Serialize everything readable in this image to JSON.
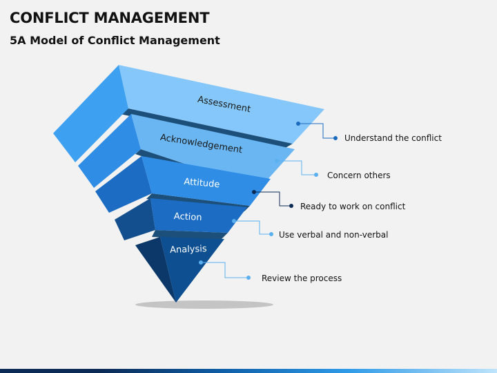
{
  "header": {
    "title": "CONFLICT MANAGEMENT",
    "subtitle": "5A Model of Conflict Management"
  },
  "colors": {
    "background": "#f2f2f2",
    "tier1": "#85c7fb",
    "tier2": "#6ab6f3",
    "tier3": "#2f8de6",
    "tier4": "#1b6cc2",
    "tier5": "#0d4f91",
    "side": "#3ea0f0",
    "gap": "#1c4f7a"
  },
  "stages": [
    {
      "label": "Assessment",
      "note": "Understand the conflict"
    },
    {
      "label": "Acknowledgement",
      "note": "Concern others"
    },
    {
      "label": "Attitude",
      "note": "Ready to work on conflict"
    },
    {
      "label": "Action",
      "note": "Use verbal and non-verbal"
    },
    {
      "label": "Analysis",
      "note": "Review the process"
    }
  ]
}
